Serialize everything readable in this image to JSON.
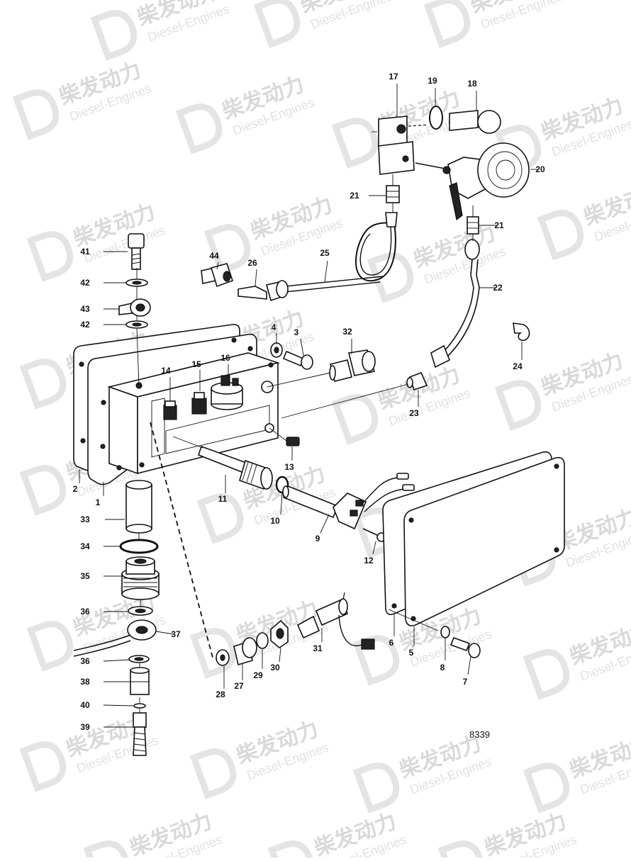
{
  "watermark": {
    "brand_text": "柴发动力",
    "sub_text": "Diesel-Engines"
  },
  "drawing_number": "8339",
  "callouts": [
    "1",
    "2",
    "3",
    "4",
    "5",
    "6",
    "7",
    "8",
    "9",
    "10",
    "11",
    "12",
    "13",
    "14",
    "15",
    "16",
    "17",
    "18",
    "19",
    "20",
    "21",
    "21",
    "22",
    "23",
    "24",
    "25",
    "26",
    "27",
    "28",
    "29",
    "30",
    "31",
    "32",
    "33",
    "34",
    "35",
    "36",
    "36",
    "37",
    "38",
    "39",
    "40",
    "41",
    "42",
    "42",
    "43",
    "44"
  ]
}
